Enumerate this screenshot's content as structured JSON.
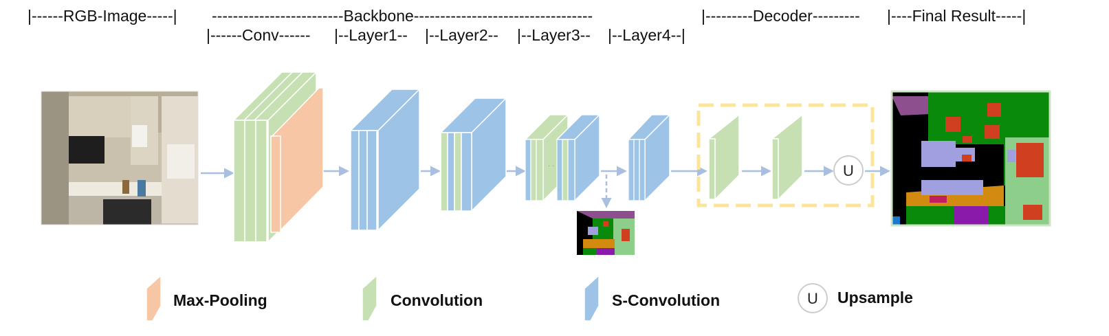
{
  "header": {
    "row1": {
      "rgb": "|------RGB-Image-----|",
      "backbone": "-------------------------Backbone----------------------------------",
      "decoder": "|---------Decoder---------",
      "final": "|----Final Result-----|"
    },
    "row2": {
      "conv": "|------Conv------",
      "layer1": "|--Layer1--",
      "layer2": "|--Layer2--",
      "layer3": "|--Layer3--",
      "layer4": "|--Layer4--|"
    }
  },
  "upsample_symbol": "U",
  "legend": {
    "max_pooling": "Max-Pooling",
    "convolution": "Convolution",
    "s_convolution": "S-Convolution",
    "upsample_symbol": "U",
    "upsample": "Upsample"
  },
  "colors": {
    "max_pooling": "#f7c6a5",
    "convolution": "#c6e0b4",
    "s_convolution": "#9dc3e6",
    "decoder_box": "#fce49a",
    "arrow": "#a9bfdf"
  }
}
